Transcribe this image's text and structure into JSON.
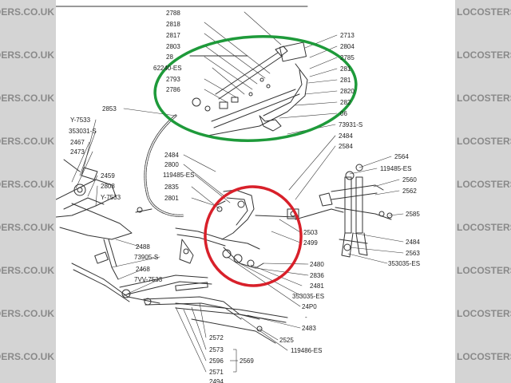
{
  "watermark": {
    "left": "DERS.CO.UK",
    "right": "LOCOSTERS.CO.UK"
  },
  "colors": {
    "green": "#1e9a3a",
    "red": "#d8202a",
    "ink": "#333333",
    "sidebar": "#d4d4d4"
  },
  "labels": {
    "l2788": "2788",
    "l2818": "2818",
    "l2817": "2817",
    "l2803": "2803",
    "l28x": "28",
    "l62240": "62240-ES",
    "l2793": "2793",
    "l2786": "2786",
    "l2713": "2713",
    "l2804": "2804",
    "l2785": "2785",
    "l281a": "281",
    "l281b": "281",
    "l2820": "2820",
    "l282": "282",
    "l06": "06",
    "l73931": "73931-S",
    "l2484a": "2484",
    "l2584": "2584",
    "l2853": "2853",
    "lY7533a": "Y-7533",
    "l353031": "353031-S",
    "l2467": "2467",
    "l2473": "2473",
    "l2459": "2459",
    "l2808": "2808",
    "lY7533b": "Y-7533",
    "l2484b": "2484",
    "l2800": "2800",
    "l119485a": "119485-ES",
    "l2835": "2835",
    "l2801": "2801",
    "l2564": "2564",
    "l119485b": "119485-ES",
    "l2560": "2560",
    "l2562": "2562",
    "l2585": "2585",
    "l2484c": "2484",
    "l2563": "2563",
    "l353035a": "353035-ES",
    "l2503": "2503",
    "l2499": "2499",
    "l2488": "2488",
    "l73905": "73905-S",
    "l2468": "2468",
    "l7VV": "7VV-7533",
    "l2480": "2480",
    "l2836": "2836",
    "l2481": "2481",
    "l353035b": "353035-ES",
    "l24P0": "24P0",
    "ldash": "-",
    "l2483": "2483",
    "l2525": "2525",
    "l119486": "119486-ES",
    "l2572": "2572",
    "l2573": "2573",
    "l2596": "2596",
    "l2569": "2569",
    "l2571": "2571",
    "l2494": "2494"
  }
}
